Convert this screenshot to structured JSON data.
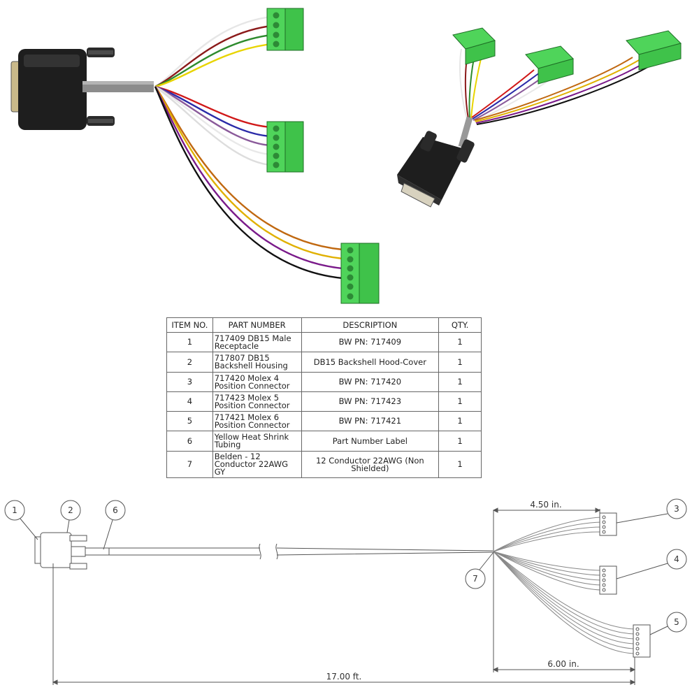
{
  "bom": {
    "headers": [
      "ITEM NO.",
      "PART NUMBER",
      "DESCRIPTION",
      "QTY."
    ],
    "rows": [
      {
        "item": "1",
        "part": "717409 DB15 Male Receptacle",
        "description": "BW PN: 717409",
        "qty": "1"
      },
      {
        "item": "2",
        "part": "717807 DB15 Backshell Housing",
        "description": "DB15 Backshell Hood-Cover",
        "qty": "1"
      },
      {
        "item": "3",
        "part": "717420 Molex 4 Position Connector",
        "description": "BW PN: 717420",
        "qty": "1"
      },
      {
        "item": "4",
        "part": "717423 Molex 5 Position Connector",
        "description": "BW PN: 717423",
        "qty": "1"
      },
      {
        "item": "5",
        "part": "717421 Molex 6 Position Connector",
        "description": "BW PN: 717421",
        "qty": "1"
      },
      {
        "item": "6",
        "part": "Yellow Heat Shrink Tubing",
        "description": "Part Number Label",
        "qty": "1"
      },
      {
        "item": "7",
        "part": "Belden - 12 Conductor 22AWG GY",
        "description": "12 Conductor 22AWG (Non Shielded)",
        "qty": "1"
      }
    ]
  },
  "balloons": [
    "1",
    "2",
    "6",
    "7",
    "3",
    "4",
    "5"
  ],
  "dimensions": {
    "breakout_upper": "4.50 in.",
    "breakout_lower": "6.00 in.",
    "overall_length": "17.00 ft."
  },
  "colors": {
    "terminal_green": "#3fc24a",
    "connector_black": "#1e1e1e",
    "cable_gray": "#9a9a9a",
    "wires": [
      "#f0f0f0",
      "#8b1a1a",
      "#2e8b2e",
      "#e8d400",
      "#d01818",
      "#2a2aa8",
      "#8a5a9a",
      "#e8e8e8",
      "#c06810",
      "#e0b000",
      "#7a1a8a",
      "#101010"
    ]
  }
}
